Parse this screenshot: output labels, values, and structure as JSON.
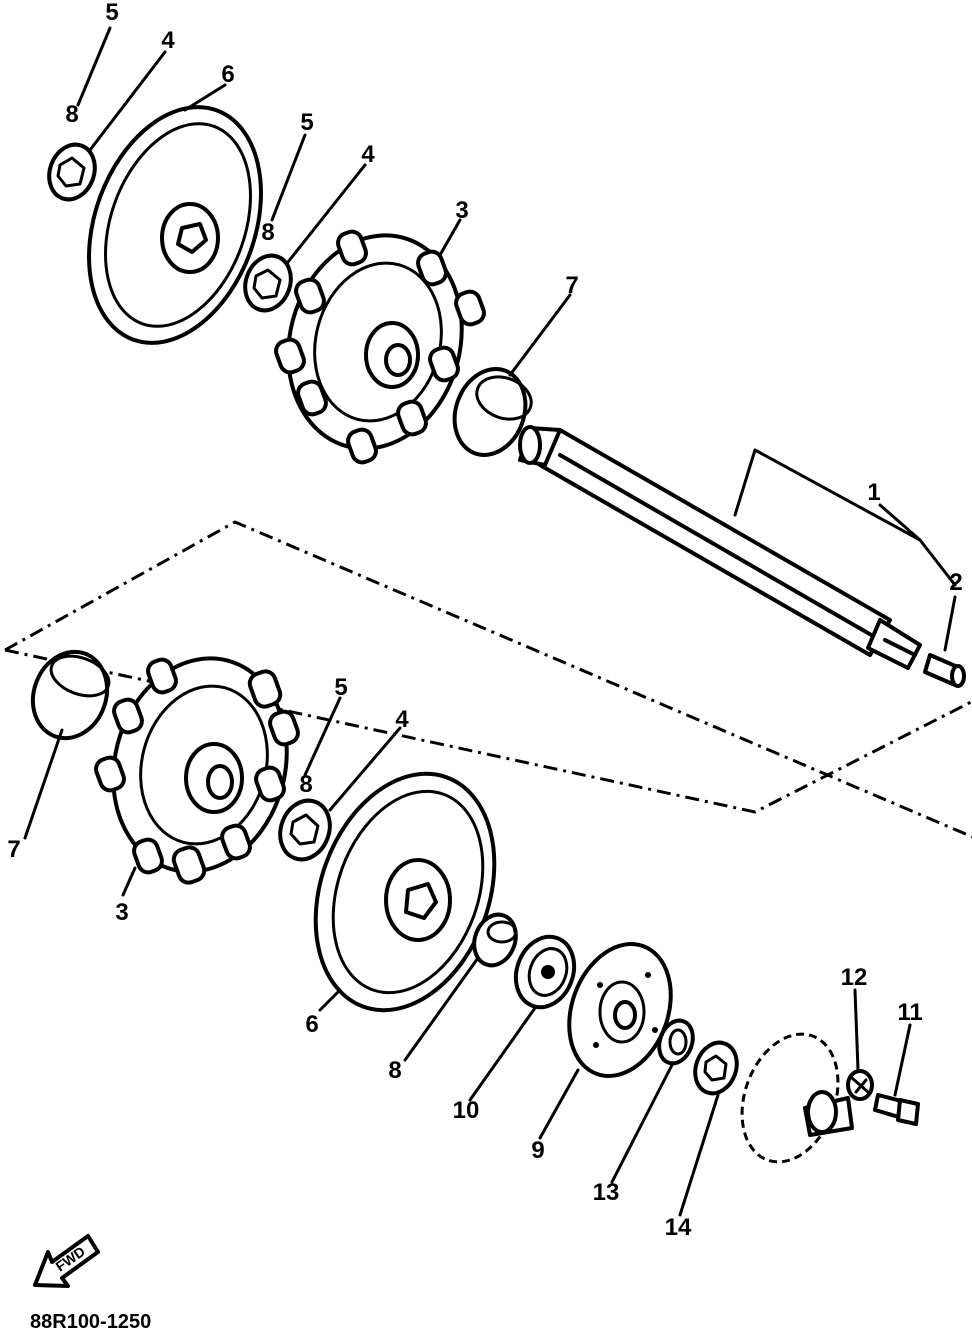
{
  "diagram": {
    "ref_code": "88R100-1250",
    "fwd_label": "FWD",
    "callouts": {
      "top_5": "5",
      "top_8": "8",
      "top_4": "4",
      "top_6": "6",
      "mid_5": "5",
      "mid_8": "8",
      "mid_4": "4",
      "upper_3": "3",
      "upper_7": "7",
      "shaft_1": "1",
      "shaft_2": "2",
      "lower_5": "5",
      "lower_8": "8",
      "lower_4": "4",
      "lower_7": "7",
      "lower_3": "3",
      "lower_6": "6",
      "lower_8b": "8",
      "lower_10": "10",
      "lower_9": "9",
      "lower_13": "13",
      "lower_14": "14",
      "lower_12": "12",
      "lower_11": "11"
    }
  }
}
